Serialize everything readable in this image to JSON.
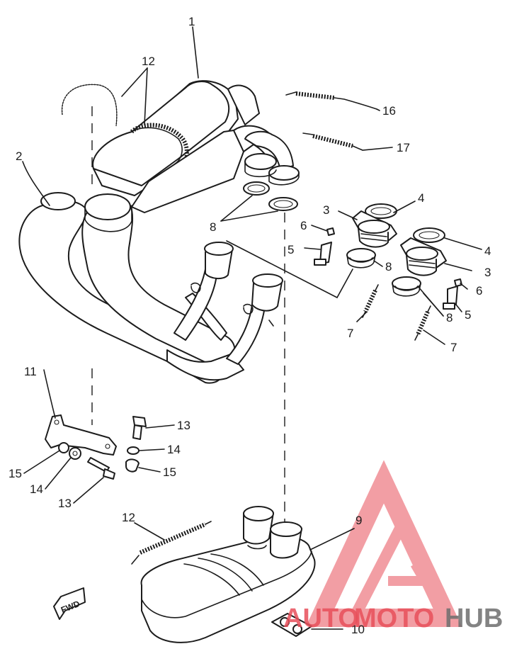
{
  "labels": {
    "l1": "1",
    "l2": "2",
    "l3a": "3",
    "l3b": "3",
    "l4a": "4",
    "l4b": "4",
    "l5a": "5",
    "l5b": "5",
    "l6a": "6",
    "l6b": "6",
    "l7a": "7",
    "l7b": "7",
    "l8a": "8",
    "l8b": "8",
    "l8c": "8",
    "l9": "9",
    "l10": "10",
    "l11": "11",
    "l12a": "12",
    "l12b": "12",
    "l13a": "13",
    "l13b": "13",
    "l14a": "14",
    "l14b": "14",
    "l15a": "15",
    "l15b": "15",
    "l16": "16",
    "l17": "17"
  },
  "fwd_tag": "FWD",
  "watermark": {
    "part1": "AUTO",
    "part2": "MOTO",
    "part3": "HUB",
    "color_red": "#e8505b",
    "color_grey": "#6e6e6e"
  }
}
